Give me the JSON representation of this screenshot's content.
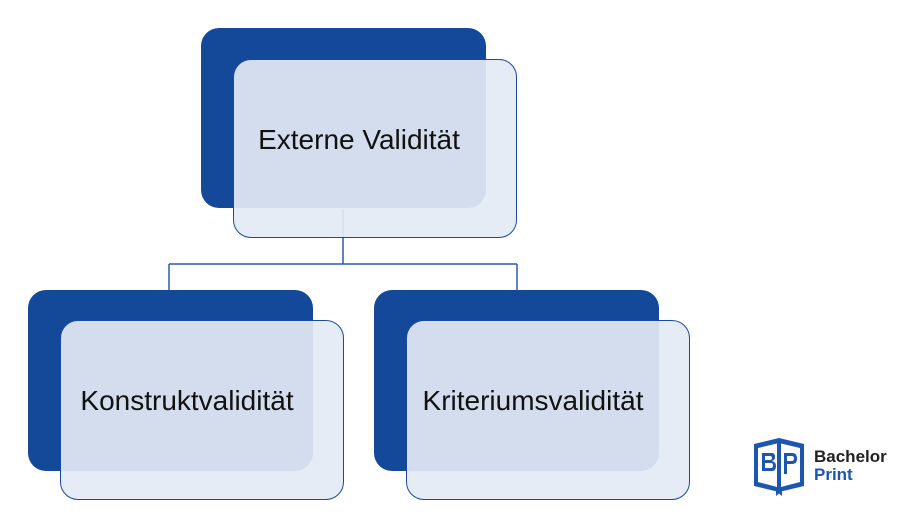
{
  "diagram": {
    "root": {
      "label": "Externe Validität"
    },
    "children": [
      {
        "label": "Konstruktvalidität"
      },
      {
        "label": "Kriteriumsvalidität"
      }
    ]
  },
  "logo": {
    "line1": "Bachelor",
    "line2": "Print"
  },
  "colors": {
    "node_back": "#144899",
    "node_front": "#E4EAF4",
    "node_border": "#1A4AA0",
    "connector": "#2A5AAE",
    "logo_blue": "#1D56B0",
    "logo_dark": "#222222"
  }
}
